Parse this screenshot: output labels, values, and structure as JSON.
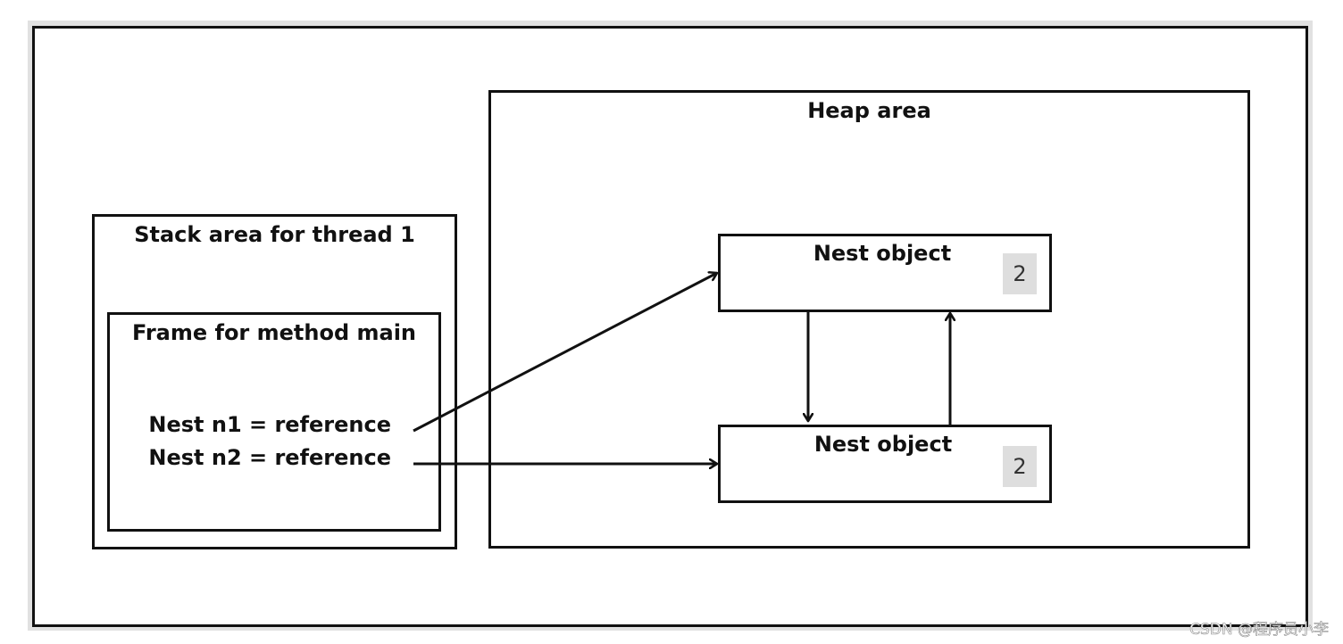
{
  "diagram": {
    "heap": {
      "title": "Heap area"
    },
    "stack": {
      "title": "Stack area for thread 1",
      "frame": {
        "title": "Frame for method main",
        "references": [
          "Nest n1 = reference",
          "Nest n2 = reference"
        ]
      }
    },
    "objects": [
      {
        "label": "Nest object",
        "ref_count": "2"
      },
      {
        "label": "Nest object",
        "ref_count": "2"
      }
    ]
  },
  "watermark": "CSDN @程序员小李"
}
